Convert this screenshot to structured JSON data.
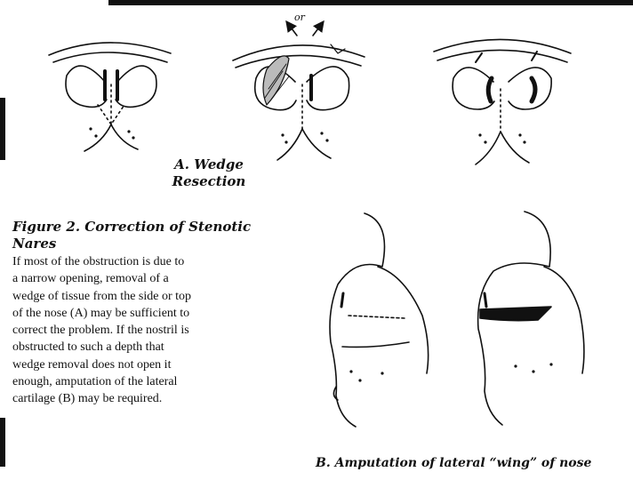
{
  "figure": {
    "or_label": "or",
    "caption_a_line1": "A. Wedge",
    "caption_a_line2": "Resection",
    "title_line1": "Figure 2. Correction of Stenotic",
    "title_line2": "Nares",
    "body_lines": [
      "If most of the obstruction is due to",
      "a narrow opening, removal of a",
      "wedge of tissue from the side or top",
      "of the nose (A) may be sufficient to",
      "correct the problem. If the nostril is",
      "obstructed to such a depth that",
      "wedge removal does not open it",
      "enough, amputation of the lateral",
      "cartilage (B) may be required."
    ],
    "caption_b": "B. Amputation of lateral “wing” of nose"
  }
}
